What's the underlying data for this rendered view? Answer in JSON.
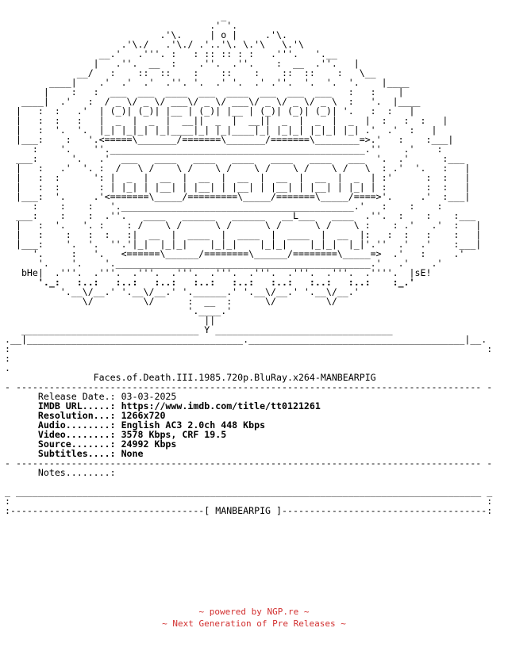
{
  "art_lines": [
    "                                       _",
    "                                     .' '.",
    "                            .'\\.     | o |     .'\\.",
    "                     .'\\./   .'\\./ .'..'\\. \\.'\\   \\.'\\",
    "                 __.'   .'''. :   : :: :: : :   .'''.   '.__",
    "                |   .''.  __  :    .''.  .''.    :  __  .''.   |",
    "             __/   :    ::  ::    :    ::    :    ::  ::    :   \\__",
    "        ____|    .'  .'  .'  .''. '.  .' '.  .' .''.  '.  '.  '.    |____",
    "       |    :   :  ___  ___  ____  ___  ____  ___  ___  ___   :   :    |",
    "   ____|  .'   :  / _ \\/ _ \\/ ___\\/ _ \\/ ___\\/ _ \\/ _ \\/ _ \\  :   '.  |____",
    "  |   :  :   .'  | (_)| (_)| |__ | (_)| |__ | (_)| (_)| (_)| '.   :  :   |",
    "  |   :  :   :   |  _  |  _  |  __||  _  |  __||  _  |  _  |  _  |  :   :  :   |",
    "  |   :  '.  '.  |_| |_|_| |_|____|_| |_|____|_| |_|_| |_|_| |_| .'  .'  :   |",
    "  |___:    :   '.<=====\\_______/=======\\_______/=======\\________=>.'   :    :___|",
    "     :    '.    ''.______________________________________________.''    .'    :",
    "  ___:      '.   .'  ___   ____   ____   ____   ____   ____   ___  '.  .'      :___",
    "  |   :   .'  '. :  /   \\ /    \\ /    \\ /    \\ /    \\ /    \\ /   \\  : .'  '.   :   |",
    "  |   :  :      ': |  _  |  __  |  __  |  __  |  __  |  __  |  _  | :'      :  :   |",
    "  |   :  :       : | |_| | |__| | |__| | |__| | |__| | |__| | |_| | :       :  :   |",
    "  |___:  '.     .'<=======\\_____/=========\\_____/=======\\_____/====>'.     .'  :___|",
    "     :    :    :   '.__________________________________________.'   :    :    :",
    "  ___:    :    :  .''.   ____   ______   ______   __L___   ____  .''.  :    :    :___",
    "  |   :  '.   '. :    : /    \\ /      \\ /      \\ /      \\ /    \\ :    : .'   .'  :   |",
    "  |   :    :   :  :   :|  __  |  ____  |  ____  |  ____  |  __  |:   :  :   :    :   |",
    "  |___:    '.  '.  ''.'|_|  |_|_|    |_|_|    |_|_|    |_|_|  |_|'.''  .'  .'    :___|",
    "     '.     :   '.   <======\\______/========\\______/========\\_____=>  .'   :     .'",
    "      '.    '.    '.______________________________________________.'   .'    .'",
    "   bHe|  .'''.  .'''.  .'''.  .'''.  .'''.  .'''.  .'''.  .'''.  .''''.  |sE!",
    "      '._:   :..:   :..:   :..:   :..:   :..:   :..:   :..:   :..:    :_.'",
    "          '.__\\/__.' '.__\\/__.' '.______.' '.__\\/__.' '.__\\/__.'",
    "              \\/         \\/      :  __  :      \\/         \\/",
    "                                 '.____.'",
    "                                    ||",
    "   ________________________________ Y ________________________________",
    ".__|_______________________________________._______________________________________|__.",
    ":                                                                                      :",
    ":",
    ".",
    "                Faces.of.Death.III.1985.720p.BluRay.x264-MANBEARPIG",
    "- ------------------------------------------------------------------------------------ -",
    "      Release Date.: 03-03-2025",
    "      IMDB URL.....: https://www.imdb.com/title/tt0121261",
    "      Resolution...: 1266x720",
    "      Audio........: English AC3 2.0ch 448 Kbps",
    "      Video........: 3578 Kbps, CRF 19.5",
    "      Source.......: 24992 Kbps",
    "      Subtitles....: None",
    "- ------------------------------------------------------------------------------------ -",
    "      Notes........:",
    "",
    "_ ____________________________________________________________________________________ _",
    ":                                                                                      :",
    ":-----------------------------------[ MANBEARPIG ]-------------------------------------:"
  ],
  "footer": {
    "line1": "~ powered by NGP.re ~",
    "line2": "~ Next Generation of Pre Releases ~"
  }
}
